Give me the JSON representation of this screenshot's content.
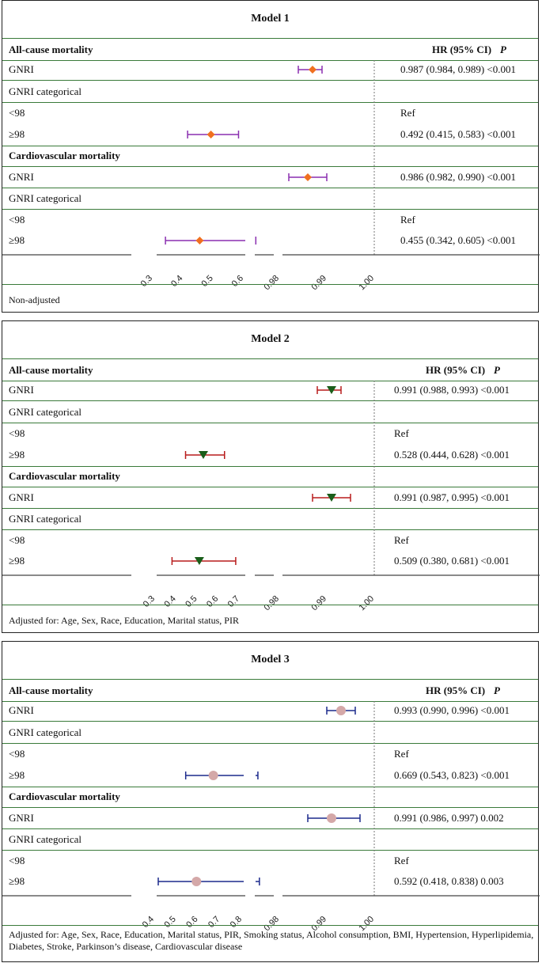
{
  "chart_data": [
    {
      "type": "forest",
      "title": "Model 1",
      "hr_header": "HR (95% CI)",
      "p_header": "P",
      "axis_scale": "broken",
      "ticks": [
        "0.3",
        "0.4",
        "0.5",
        "0.6",
        "0.98",
        "0.99",
        "1.00"
      ],
      "reference_line": 1.0,
      "marker": "diamond",
      "marker_color": "#f07020",
      "ci_color": "#8a2fb0",
      "footnote": "Non-adjusted",
      "rows": [
        {
          "label": "All-cause mortality",
          "type": "section"
        },
        {
          "label": "GNRI",
          "hr": 0.987,
          "lo": 0.984,
          "hi": 0.989,
          "text": "0.987 (0.984, 0.989) <0.001"
        },
        {
          "label": "GNRI categorical",
          "type": "sub"
        },
        {
          "label": "<98",
          "text": "Ref"
        },
        {
          "label": "≥98",
          "hr": 0.492,
          "lo": 0.415,
          "hi": 0.583,
          "text": "0.492 (0.415, 0.583) <0.001"
        },
        {
          "label": "Cardiovascular mortality",
          "type": "section"
        },
        {
          "label": "GNRI",
          "hr": 0.986,
          "lo": 0.982,
          "hi": 0.99,
          "text": "0.986 (0.982, 0.990) <0.001"
        },
        {
          "label": "GNRI categorical",
          "type": "sub"
        },
        {
          "label": "<98",
          "text": "Ref"
        },
        {
          "label": "≥98",
          "hr": 0.455,
          "lo": 0.342,
          "hi": 0.605,
          "text": "0.455 (0.342, 0.605) <0.001"
        }
      ]
    },
    {
      "type": "forest",
      "title": "Model 2",
      "hr_header": "HR (95% CI)",
      "p_header": "P",
      "axis_scale": "broken",
      "ticks": [
        "0.3",
        "0.4",
        "0.5",
        "0.6",
        "0.7",
        "0.98",
        "0.99",
        "1.00"
      ],
      "reference_line": 1.0,
      "marker": "triangle-down",
      "marker_color": "#1a5e1a",
      "ci_color": "#b81c1c",
      "footnote": "Adjusted for: Age, Sex, Race, Education, Marital status, PIR",
      "rows": [
        {
          "label": "All-cause mortality",
          "type": "section"
        },
        {
          "label": "GNRI",
          "hr": 0.991,
          "lo": 0.988,
          "hi": 0.993,
          "text": "0.991 (0.988, 0.993) <0.001"
        },
        {
          "label": "GNRI categorical",
          "type": "sub"
        },
        {
          "label": "<98",
          "text": "Ref"
        },
        {
          "label": "≥98",
          "hr": 0.528,
          "lo": 0.444,
          "hi": 0.628,
          "text": "0.528 (0.444, 0.628) <0.001"
        },
        {
          "label": "Cardiovascular mortality",
          "type": "section"
        },
        {
          "label": "GNRI",
          "hr": 0.991,
          "lo": 0.987,
          "hi": 0.995,
          "text": "0.991 (0.987, 0.995) <0.001"
        },
        {
          "label": "GNRI categorical",
          "type": "sub"
        },
        {
          "label": "<98",
          "text": "Ref"
        },
        {
          "label": "≥98",
          "hr": 0.509,
          "lo": 0.38,
          "hi": 0.681,
          "text": "0.509 (0.380, 0.681) <0.001"
        }
      ]
    },
    {
      "type": "forest",
      "title": "Model 3",
      "hr_header": "HR (95% CI)",
      "p_header": "P",
      "axis_scale": "broken",
      "ticks": [
        "0.4",
        "0.5",
        "0.6",
        "0.7",
        "0.8",
        "0.98",
        "0.99",
        "1.00"
      ],
      "reference_line": 1.0,
      "marker": "circle",
      "marker_color": "#d4a8a8",
      "ci_color": "#1c2a8c",
      "footnote": "Adjusted for: Age, Sex, Race, Education, Marital status, PIR, Smoking status, Alcohol consumption, BMI, Hypertension, Hyperlipidemia, Diabetes, Stroke, Parkinson’s disease, Cardiovascular disease",
      "rows": [
        {
          "label": "All-cause mortality",
          "type": "section"
        },
        {
          "label": "GNRI",
          "hr": 0.993,
          "lo": 0.99,
          "hi": 0.996,
          "text": "0.993 (0.990, 0.996) <0.001"
        },
        {
          "label": "GNRI categorical",
          "type": "sub"
        },
        {
          "label": "<98",
          "text": "Ref"
        },
        {
          "label": "≥98",
          "hr": 0.669,
          "lo": 0.543,
          "hi": 0.823,
          "text": "0.669 (0.543, 0.823) <0.001"
        },
        {
          "label": "Cardiovascular mortality",
          "type": "section"
        },
        {
          "label": "GNRI",
          "hr": 0.991,
          "lo": 0.986,
          "hi": 0.997,
          "text": "0.991 (0.986, 0.997) 0.002"
        },
        {
          "label": "GNRI categorical",
          "type": "sub"
        },
        {
          "label": "<98",
          "text": "Ref"
        },
        {
          "label": "≥98",
          "hr": 0.592,
          "lo": 0.418,
          "hi": 0.838,
          "text": "0.592 (0.418, 0.838) 0.003"
        }
      ]
    }
  ]
}
